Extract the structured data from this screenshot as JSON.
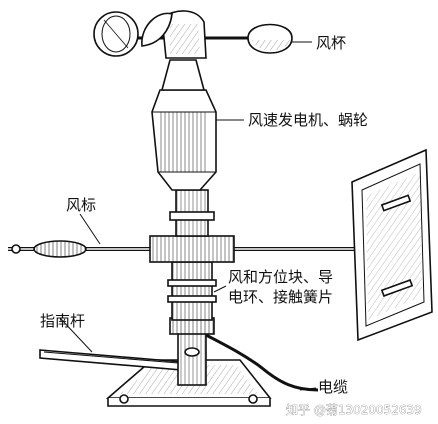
{
  "labels": {
    "cups": "风杯",
    "generator": "风速发电机、蜗轮",
    "vane": "风标",
    "brushes_line1": "风和方位块、导",
    "brushes_line2": "电环、接触簧片",
    "north_rod": "指南杆",
    "cable": "电缆"
  },
  "watermark": "知乎 @菊13020052639",
  "colors": {
    "ink": "#111111",
    "background": "#ffffff"
  }
}
